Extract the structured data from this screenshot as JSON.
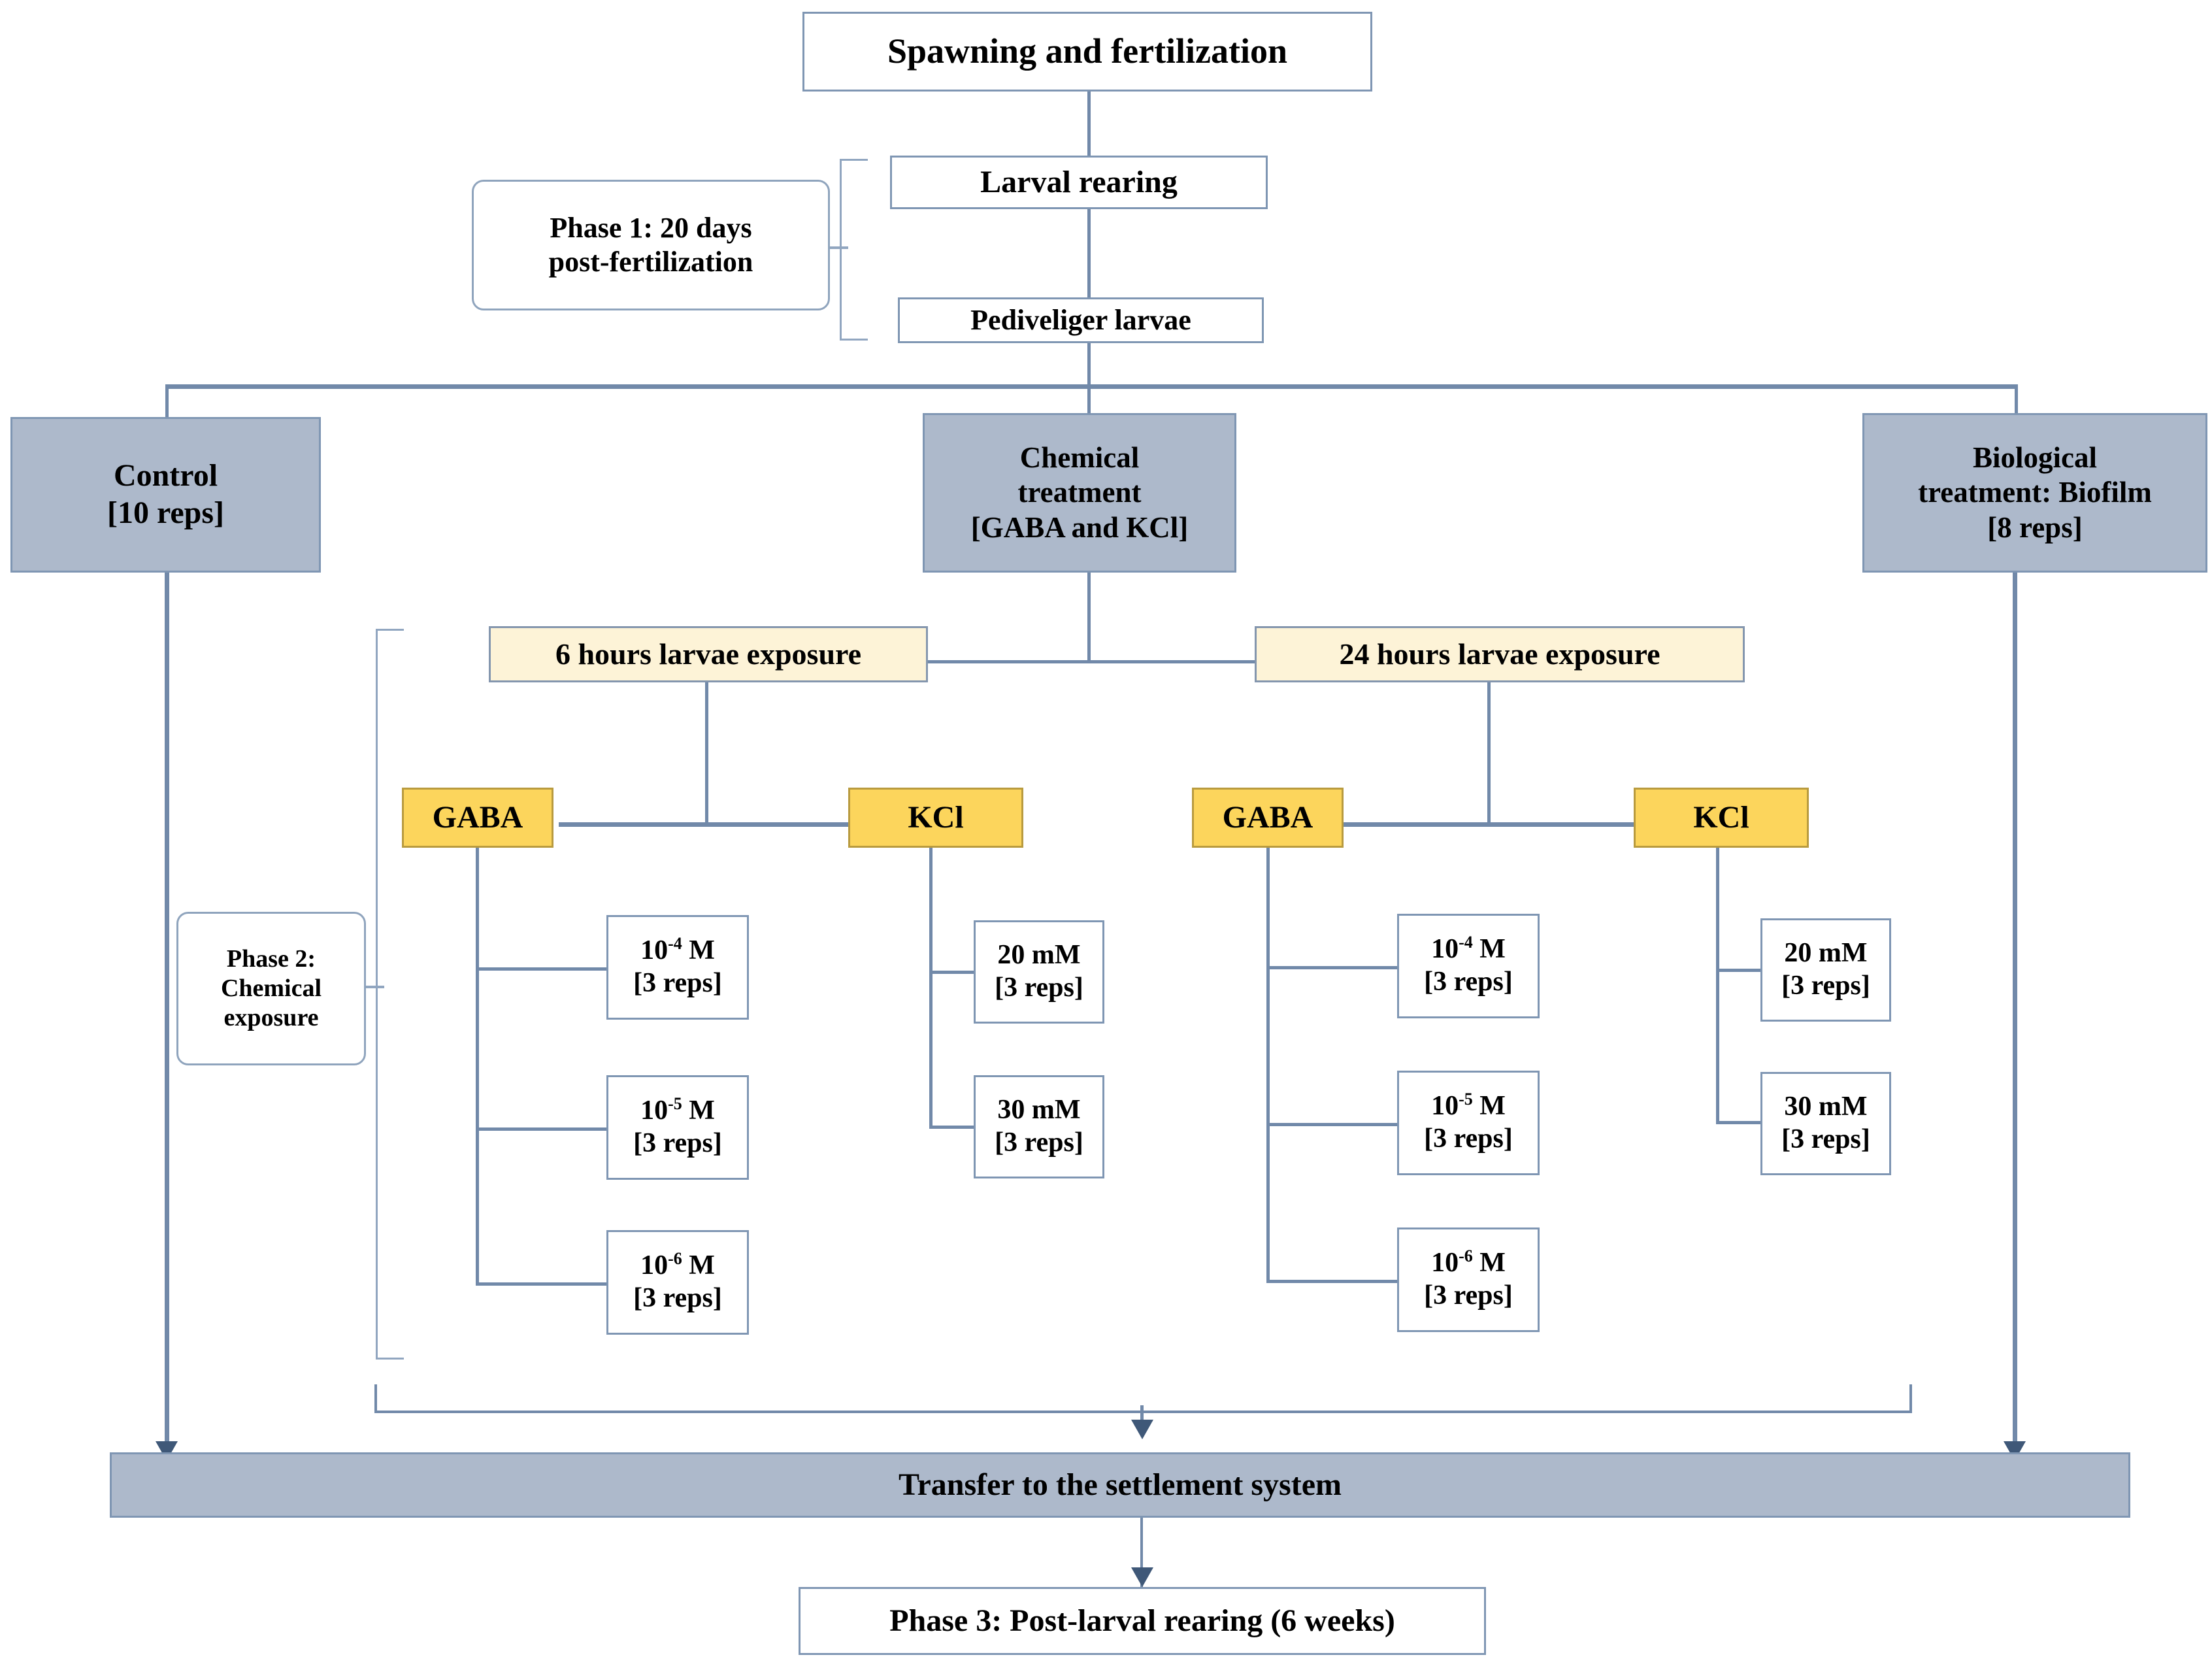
{
  "diagram": {
    "title": "Experimental design flowchart for larval settlement",
    "nodes": {
      "spawning": "Spawning and fertilization",
      "larval_rearing": "Larval rearing",
      "pediveliger": "Pediveliger larvae",
      "phase1": "Phase 1: 20 days post-fertilization",
      "phase1_line1": "Phase 1: 20 days",
      "phase1_line2": "post-fertilization",
      "control_line1": "Control",
      "control_line2": "[10 reps]",
      "chemical_line1": "Chemical",
      "chemical_line2": "treatment",
      "chemical_line3": "[GABA and KCl]",
      "biological_line1": "Biological",
      "biological_line2": "treatment: Biofilm",
      "biological_line3": "[8 reps]",
      "exposure_6h": "6 hours larvae exposure",
      "exposure_24h": "24 hours larvae exposure",
      "gaba": "GABA",
      "kcl": "KCl",
      "phase2_line1": "Phase 2:",
      "phase2_line2": "Chemical",
      "phase2_line3": "exposure",
      "transfer": "Transfer to the settlement system",
      "phase3": "Phase 3: Post-larval rearing (6 weeks)"
    },
    "gaba_6h": [
      {
        "conc_base": "10",
        "conc_exp": "-4",
        "unit": "M",
        "reps": "[3 reps]"
      },
      {
        "conc_base": "10",
        "conc_exp": "-5",
        "unit": "M",
        "reps": "[3 reps]"
      },
      {
        "conc_base": "10",
        "conc_exp": "-6",
        "unit": "M",
        "reps": "[3 reps]"
      }
    ],
    "kcl_6h": [
      {
        "conc": "20 mM",
        "reps": "[3 reps]"
      },
      {
        "conc": "30 mM",
        "reps": "[3 reps]"
      }
    ],
    "gaba_24h": [
      {
        "conc_base": "10",
        "conc_exp": "-4",
        "unit": "M",
        "reps": "[3 reps]"
      },
      {
        "conc_base": "10",
        "conc_exp": "-5",
        "unit": "M",
        "reps": "[3 reps]"
      },
      {
        "conc_base": "10",
        "conc_exp": "-6",
        "unit": "M",
        "reps": "[3 reps]"
      }
    ],
    "kcl_24h": [
      {
        "conc": "20 mM",
        "reps": "[3 reps]"
      },
      {
        "conc": "30 mM",
        "reps": "[3 reps]"
      }
    ],
    "colors": {
      "gray_blue_fill": "#adb9cb",
      "cream_fill": "#fdf3d7",
      "yellow_fill": "#fcd55c",
      "line": "#7189a9",
      "border": "#7f96b3",
      "arrow": "#3f5878",
      "text": "#000000"
    }
  }
}
